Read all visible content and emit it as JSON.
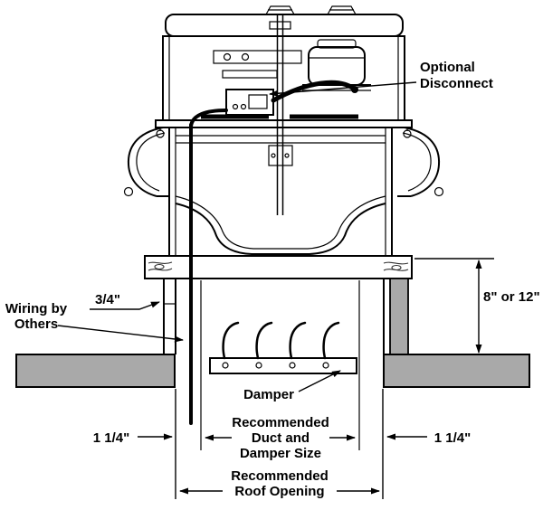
{
  "title": "Roof ventilator installation cross-section",
  "colors": {
    "background": "#ffffff",
    "lines": "#000000",
    "roof_deck": "#a9a9a9",
    "curb_wall": "#a9a9a9"
  },
  "labels": {
    "optional_disconnect": {
      "line1": "Optional",
      "line2": "Disconnect"
    },
    "wiring_by_others": {
      "line1": "Wiring by",
      "line2": "Others"
    },
    "curb_thickness": "3/4\"",
    "curb_height": "8\" or 12\"",
    "damper": "Damper",
    "gap_left": "1 1/4\"",
    "gap_right": "1 1/4\"",
    "duct_size": {
      "line1": "Recommended",
      "line2": "Duct and",
      "line3": "Damper Size"
    },
    "roof_opening": {
      "line1": "Recommended",
      "line2": "Roof Opening"
    }
  }
}
